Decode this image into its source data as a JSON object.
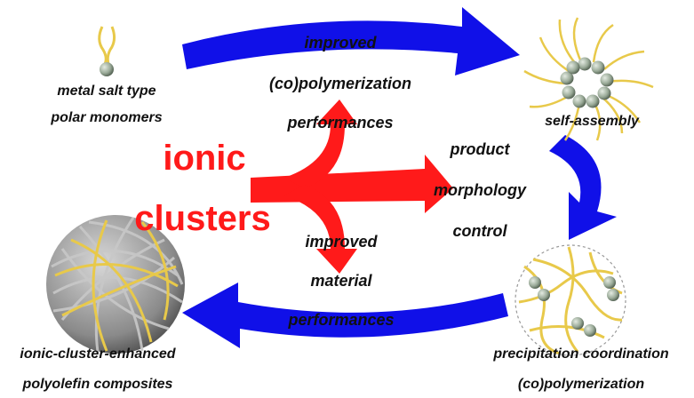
{
  "labels": {
    "monomer_1": "metal salt type",
    "monomer_2": "polar monomers",
    "self_assembly": "self-assembly",
    "improved_top": "improved",
    "copoly_top": "(co)polymerization",
    "performances_top": "performances",
    "ionic": "ionic",
    "clusters": "clusters",
    "product": "product",
    "morphology": "morphology",
    "control": "control",
    "improved_bottom": "improved",
    "material": "material",
    "performances_bottom": "performances",
    "composite_1": "ionic-cluster-enhanced",
    "composite_2": "polyolefin composites",
    "precip_1": "precipitation coordination",
    "precip_2": "(co)polymerization"
  },
  "colors": {
    "blue_arrow": "#1010e8",
    "red_arrow": "#ff1a1a",
    "chain_yellow": "#e8c94a",
    "sphere_gray": "#9aaa98",
    "ball_gray": "#9a9a9a"
  }
}
